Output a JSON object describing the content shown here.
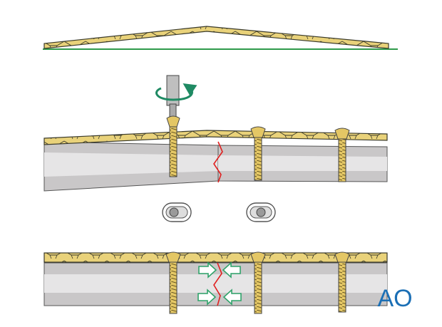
{
  "logo": {
    "text": "AO",
    "color": "#1b6fb5"
  },
  "colors": {
    "plate_fill": "#e9d27a",
    "plate_stroke": "#3a3a2a",
    "bone_outer": "#c9c7c8",
    "bone_inner": "#e6e5e6",
    "bone_stroke": "#555555",
    "fracture_line": "#e02020",
    "rotation_arrow": "#1f8a63",
    "compression_arrow": "#2fa36a",
    "reference_line": "#2f9a4a",
    "screw_fill": "#e4c765",
    "driver_fill": "#bfbfbf"
  },
  "icons": [
    "rotation-arrow-icon",
    "compression-arrow-icon",
    "plate-hole-icon",
    "screw-icon"
  ],
  "panels": [
    {
      "id": "prebent-plate",
      "description_shown": false
    },
    {
      "id": "eccentric-screw-insertion",
      "description_shown": false
    },
    {
      "id": "compressed-fixation",
      "description_shown": false
    }
  ]
}
